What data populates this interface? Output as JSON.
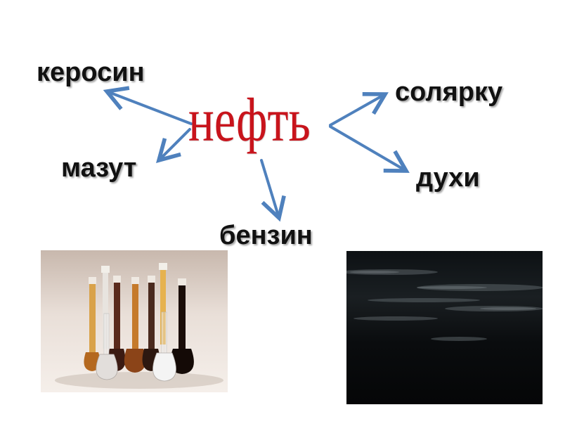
{
  "diagram": {
    "center": "нефть",
    "products": {
      "kerosene": "керосин",
      "fuel_oil": "мазут",
      "diesel": "солярку",
      "perfume": "духи",
      "gasoline": "бензин"
    }
  },
  "colors": {
    "center_text": "#c8141c",
    "arrow": "#4f81bd",
    "label": "#111111"
  }
}
